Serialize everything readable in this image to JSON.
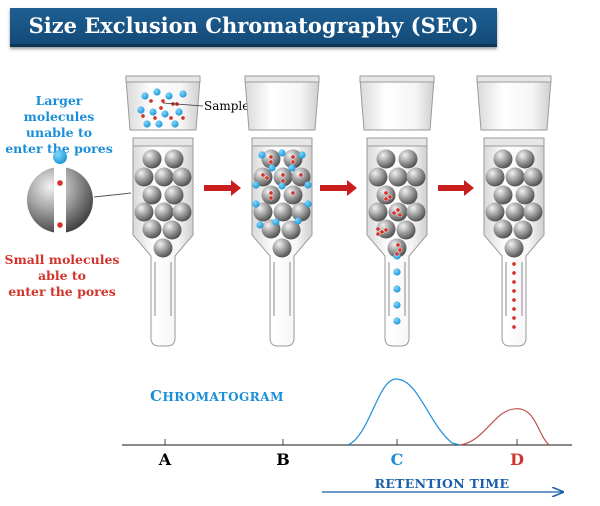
{
  "title": "Size Exclusion Chromatography (SEC)",
  "labels": {
    "large_molecules": [
      "Larger molecules",
      "unable to",
      "enter the pores"
    ],
    "small_molecules": [
      "Small molecules",
      "able to",
      "enter the pores"
    ],
    "sample": "Sample"
  },
  "chromatogram": {
    "title": "Chromatogram",
    "axis_points": [
      "A",
      "B",
      "C",
      "D"
    ],
    "axis_point_colors": [
      "#000000",
      "#000000",
      "#1a8ed8",
      "#d0342c"
    ],
    "retention_label": "RETENTION TIME",
    "peaks": [
      {
        "at": "C",
        "relative_height": 1.0,
        "color": "#1a8ed8"
      },
      {
        "at": "D",
        "relative_height": 0.55,
        "color": "#c0504d"
      }
    ]
  },
  "colors": {
    "banner": "#1f5f93",
    "large_molecule": "#1a9fd8",
    "small_molecule": "#d0342c",
    "arrow": "#c81e1e",
    "bead": "#7a7a7a"
  }
}
